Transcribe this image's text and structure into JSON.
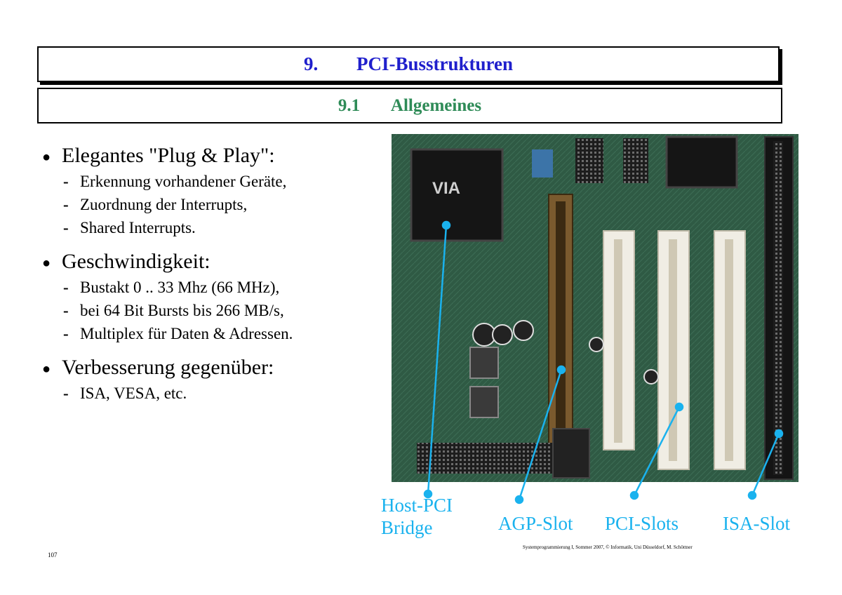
{
  "header": {
    "chapter_number": "9.",
    "chapter_title": "PCI-Busstrukturen",
    "section_number": "9.1",
    "section_title": "Allgemeines"
  },
  "bullets": [
    {
      "title": "Elegantes \"Plug & Play\":",
      "items": [
        "Erkennung vorhandener Geräte,",
        "Zuordnung der Interrupts,",
        "Shared Interrupts."
      ]
    },
    {
      "title": "Geschwindigkeit:",
      "items": [
        "Bustakt 0 .. 33 Mhz (66 MHz),",
        "bei 64 Bit Bursts bis 266 MB/s,",
        "Multiplex für Daten & Adressen."
      ]
    },
    {
      "title": "Verbesserung gegenüber:",
      "items": [
        "ISA, VESA, etc."
      ]
    }
  ],
  "image_labels": {
    "host_pci_line1": "Host-PCI",
    "host_pci_line2": "Bridge",
    "agp": "AGP-Slot",
    "pci": "PCI-Slots",
    "isa": "ISA-Slot"
  },
  "footer": "Systemprogrammierung I, Sommer 2007, © Informatik, Uni Düsseldorf, M. Schöttner",
  "page_number": "107",
  "colors": {
    "title": "#1f1fcc",
    "subtitle": "#2e8b57",
    "callout": "#1ab2ee",
    "board": "#2f5a44"
  }
}
